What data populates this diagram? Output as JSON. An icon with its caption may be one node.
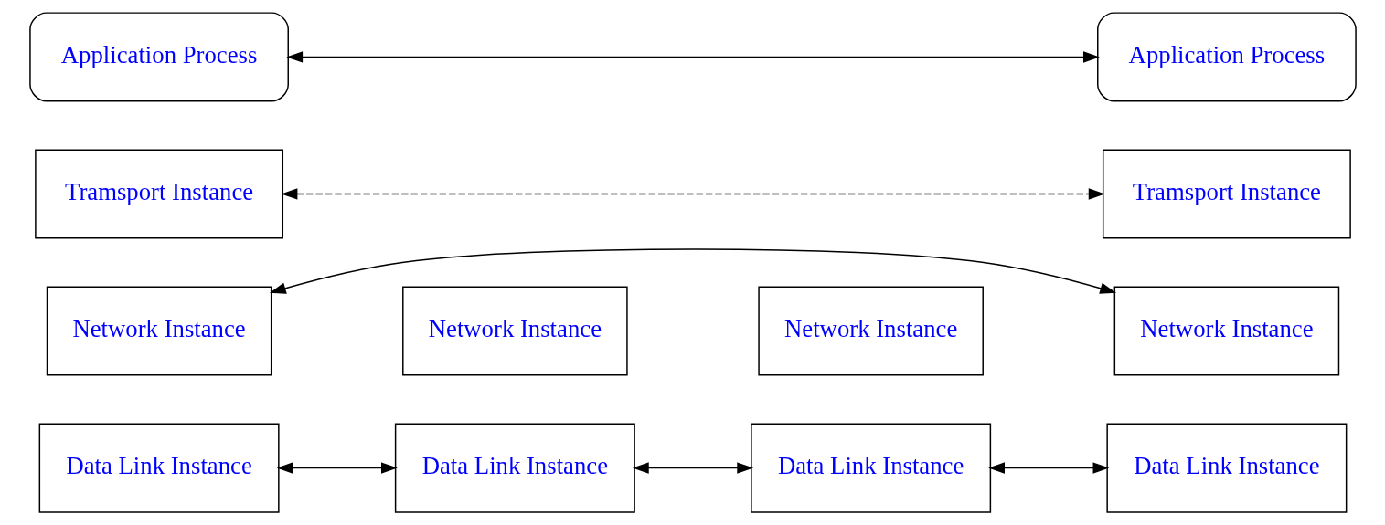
{
  "diagram": {
    "nodes": [
      {
        "text": [
          "Application Process"
        ]
      },
      {
        "text": [
          "Application Process"
        ]
      },
      {
        "text": [
          "Tramsport Instance"
        ]
      },
      {
        "text": [
          "Network Instance"
        ]
      },
      {
        "text": [
          "Data Link Instance"
        ]
      },
      {
        "text": [
          "Network Instance"
        ]
      },
      {
        "text": [
          "Data Link Instance"
        ]
      },
      {
        "text": [
          "Network Instance"
        ]
      },
      {
        "text": [
          "Data Link Instance"
        ]
      },
      {
        "text": [
          "Tramsport Instance"
        ]
      },
      {
        "text": [
          "Network Instance"
        ]
      },
      {
        "text": [
          "Data Link Instance"
        ]
      }
    ],
    "edges": [
      {
        "from": 0,
        "to": 1,
        "arrow": "both"
      },
      {
        "from": 2,
        "to": 9,
        "arrow": "both",
        "style": "dashed"
      },
      {
        "from": 3,
        "to": 10,
        "arrow": "both"
      },
      {
        "from": 4,
        "to": 6,
        "arrow": "both"
      },
      {
        "from": 6,
        "to": 8,
        "arrow": "both"
      },
      {
        "from": 8,
        "to": 11,
        "arrow": "both"
      }
    ]
  }
}
